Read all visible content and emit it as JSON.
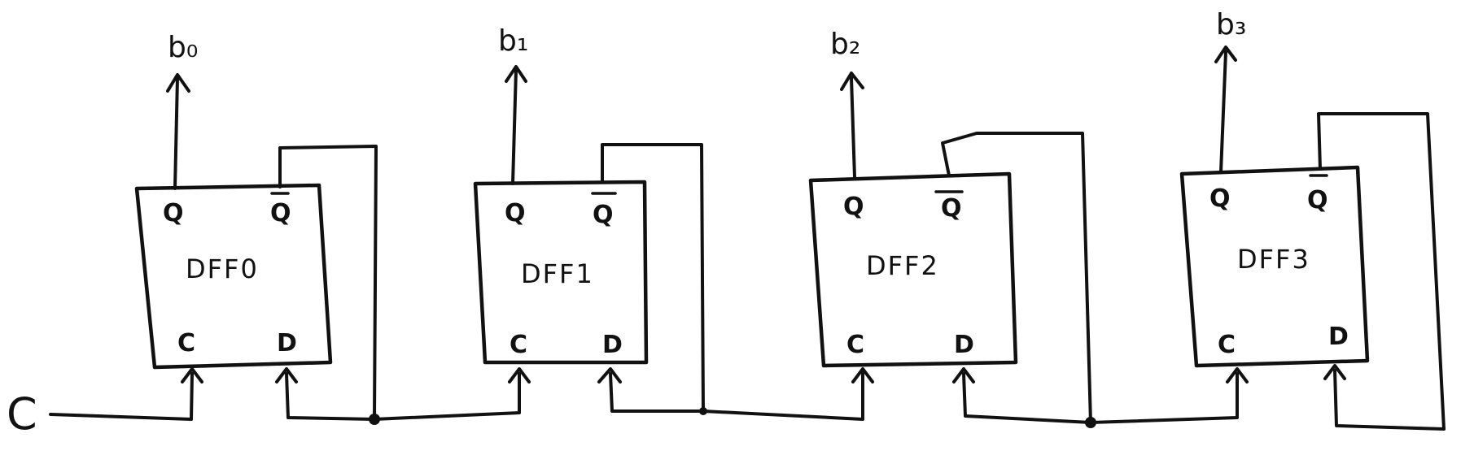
{
  "diagram": {
    "clock_input_label": "C",
    "flip_flops": [
      {
        "name": "DFF0",
        "q_label": "Q",
        "qbar_label": "Q",
        "c_label": "C",
        "d_label": "D",
        "output_label": "b₀"
      },
      {
        "name": "DFF1",
        "q_label": "Q",
        "qbar_label": "Q",
        "c_label": "C",
        "d_label": "D",
        "output_label": "b₁"
      },
      {
        "name": "DFF2",
        "q_label": "Q",
        "qbar_label": "Q",
        "c_label": "C",
        "d_label": "D",
        "output_label": "b₂"
      },
      {
        "name": "DFF3",
        "q_label": "Q",
        "qbar_label": "Q",
        "c_label": "C",
        "d_label": "D",
        "output_label": "b₃"
      }
    ]
  }
}
